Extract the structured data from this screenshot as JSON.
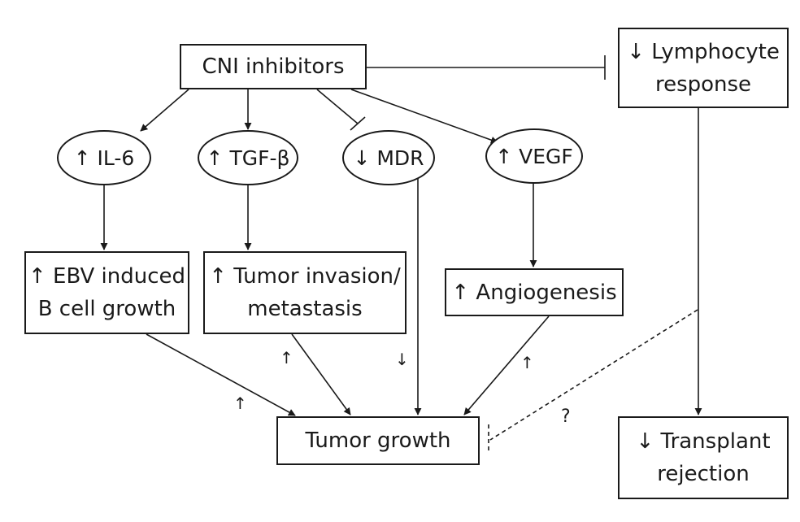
{
  "nodes": {
    "cni": {
      "line1": "CNI inhibitors"
    },
    "lymphocyte": {
      "line1": "↓ Lymphocyte",
      "line2": "response"
    },
    "il6": {
      "label": "↑ IL-6"
    },
    "tgfb": {
      "label": "↑ TGF-β"
    },
    "mdr": {
      "label": "↓ MDR"
    },
    "vegf": {
      "label": "↑ VEGF"
    },
    "ebv": {
      "line1": "↑ EBV induced",
      "line2": "B cell growth"
    },
    "invasion": {
      "line1": "↑ Tumor invasion/",
      "line2": "metastasis"
    },
    "angio": {
      "line1": "↑ Angiogenesis"
    },
    "tumor": {
      "line1": "Tumor growth"
    },
    "transplant": {
      "line1": "↓ Transplant",
      "line2": "rejection"
    }
  },
  "edge_labels": {
    "ebv_to_tumor": "↑",
    "invasion_to_tumor": "↑",
    "mdr_to_tumor": "↓",
    "angio_to_tumor": "↑",
    "uncertain_link": "?"
  }
}
